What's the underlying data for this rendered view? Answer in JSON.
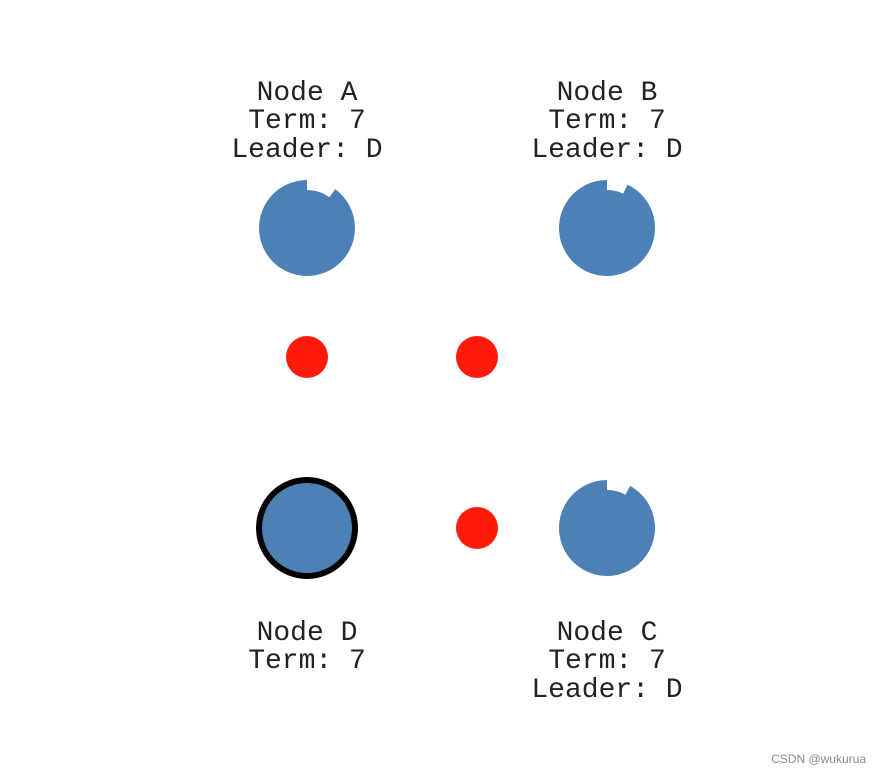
{
  "colors": {
    "node_fill": "#4d80b4",
    "leader_stroke": "#000000",
    "message": "#ff1a0a",
    "text": "#222222",
    "watermark": "#8a8a8a"
  },
  "nodes": [
    {
      "id": "A",
      "lines": [
        "Node A",
        "Term: 7",
        "Leader: D"
      ],
      "is_leader": false,
      "election_timer_remaining": 0.9
    },
    {
      "id": "B",
      "lines": [
        "Node B",
        "Term: 7",
        "Leader: D"
      ],
      "is_leader": false,
      "election_timer_remaining": 0.93
    },
    {
      "id": "D",
      "lines": [
        "Node D",
        "Term: 7"
      ],
      "is_leader": true,
      "election_timer_remaining": 1.0
    },
    {
      "id": "C",
      "lines": [
        "Node C",
        "Term: 7",
        "Leader: D"
      ],
      "is_leader": false,
      "election_timer_remaining": 0.92
    }
  ],
  "messages": [
    {
      "id": "msg-1"
    },
    {
      "id": "msg-2"
    },
    {
      "id": "msg-3"
    }
  ],
  "watermark": "CSDN @wukurua"
}
